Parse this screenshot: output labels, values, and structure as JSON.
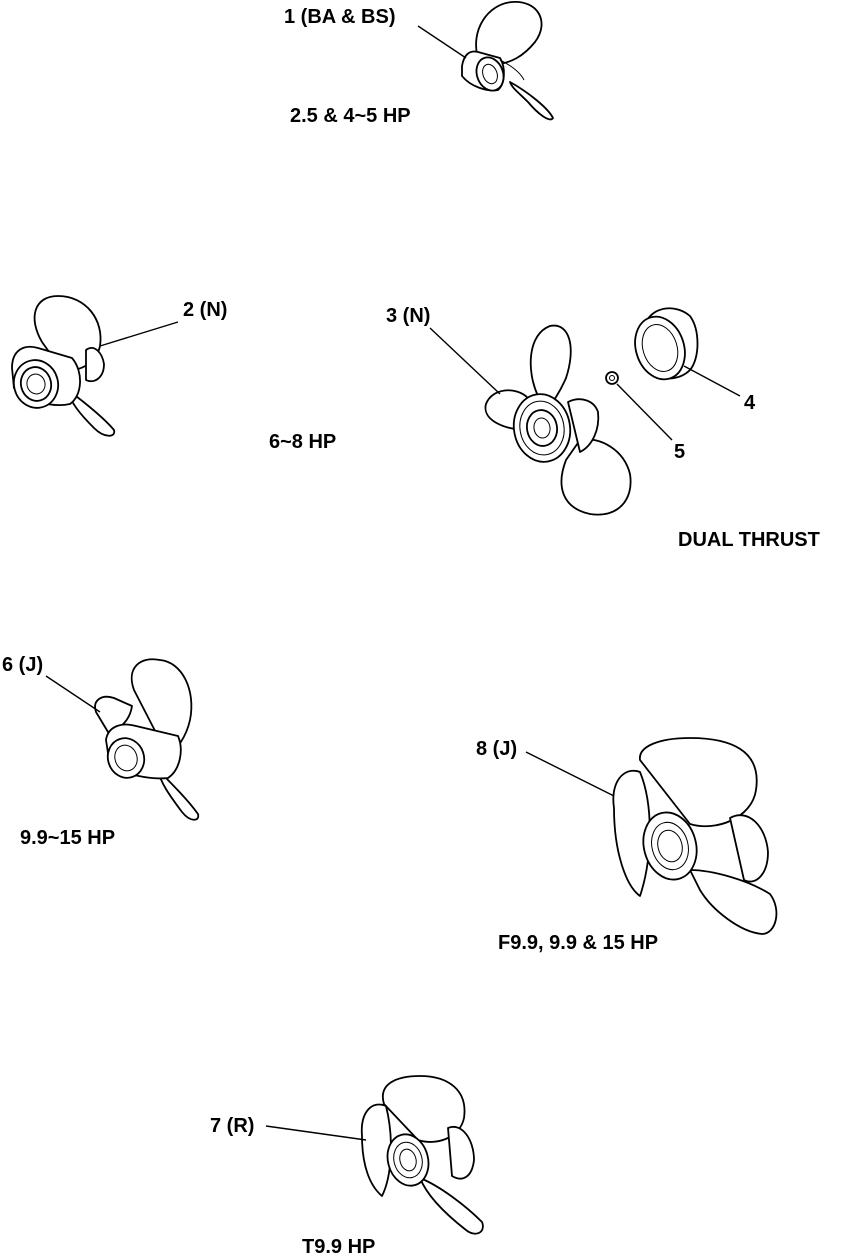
{
  "callouts": {
    "p1": "1 (BA & BS)",
    "p2": "2 (N)",
    "p3": "3 (N)",
    "p4": "4",
    "p5": "5",
    "p6": "6 (J)",
    "p7": "7 (R)",
    "p8": "8 (J)"
  },
  "captions": {
    "c1": "2.5 & 4~5 HP",
    "c2": "6~8 HP",
    "c3": "DUAL THRUST",
    "c4": "9.9~15 HP",
    "c5": "F9.9, 9.9 & 15 HP",
    "c6": "T9.9 HP"
  }
}
